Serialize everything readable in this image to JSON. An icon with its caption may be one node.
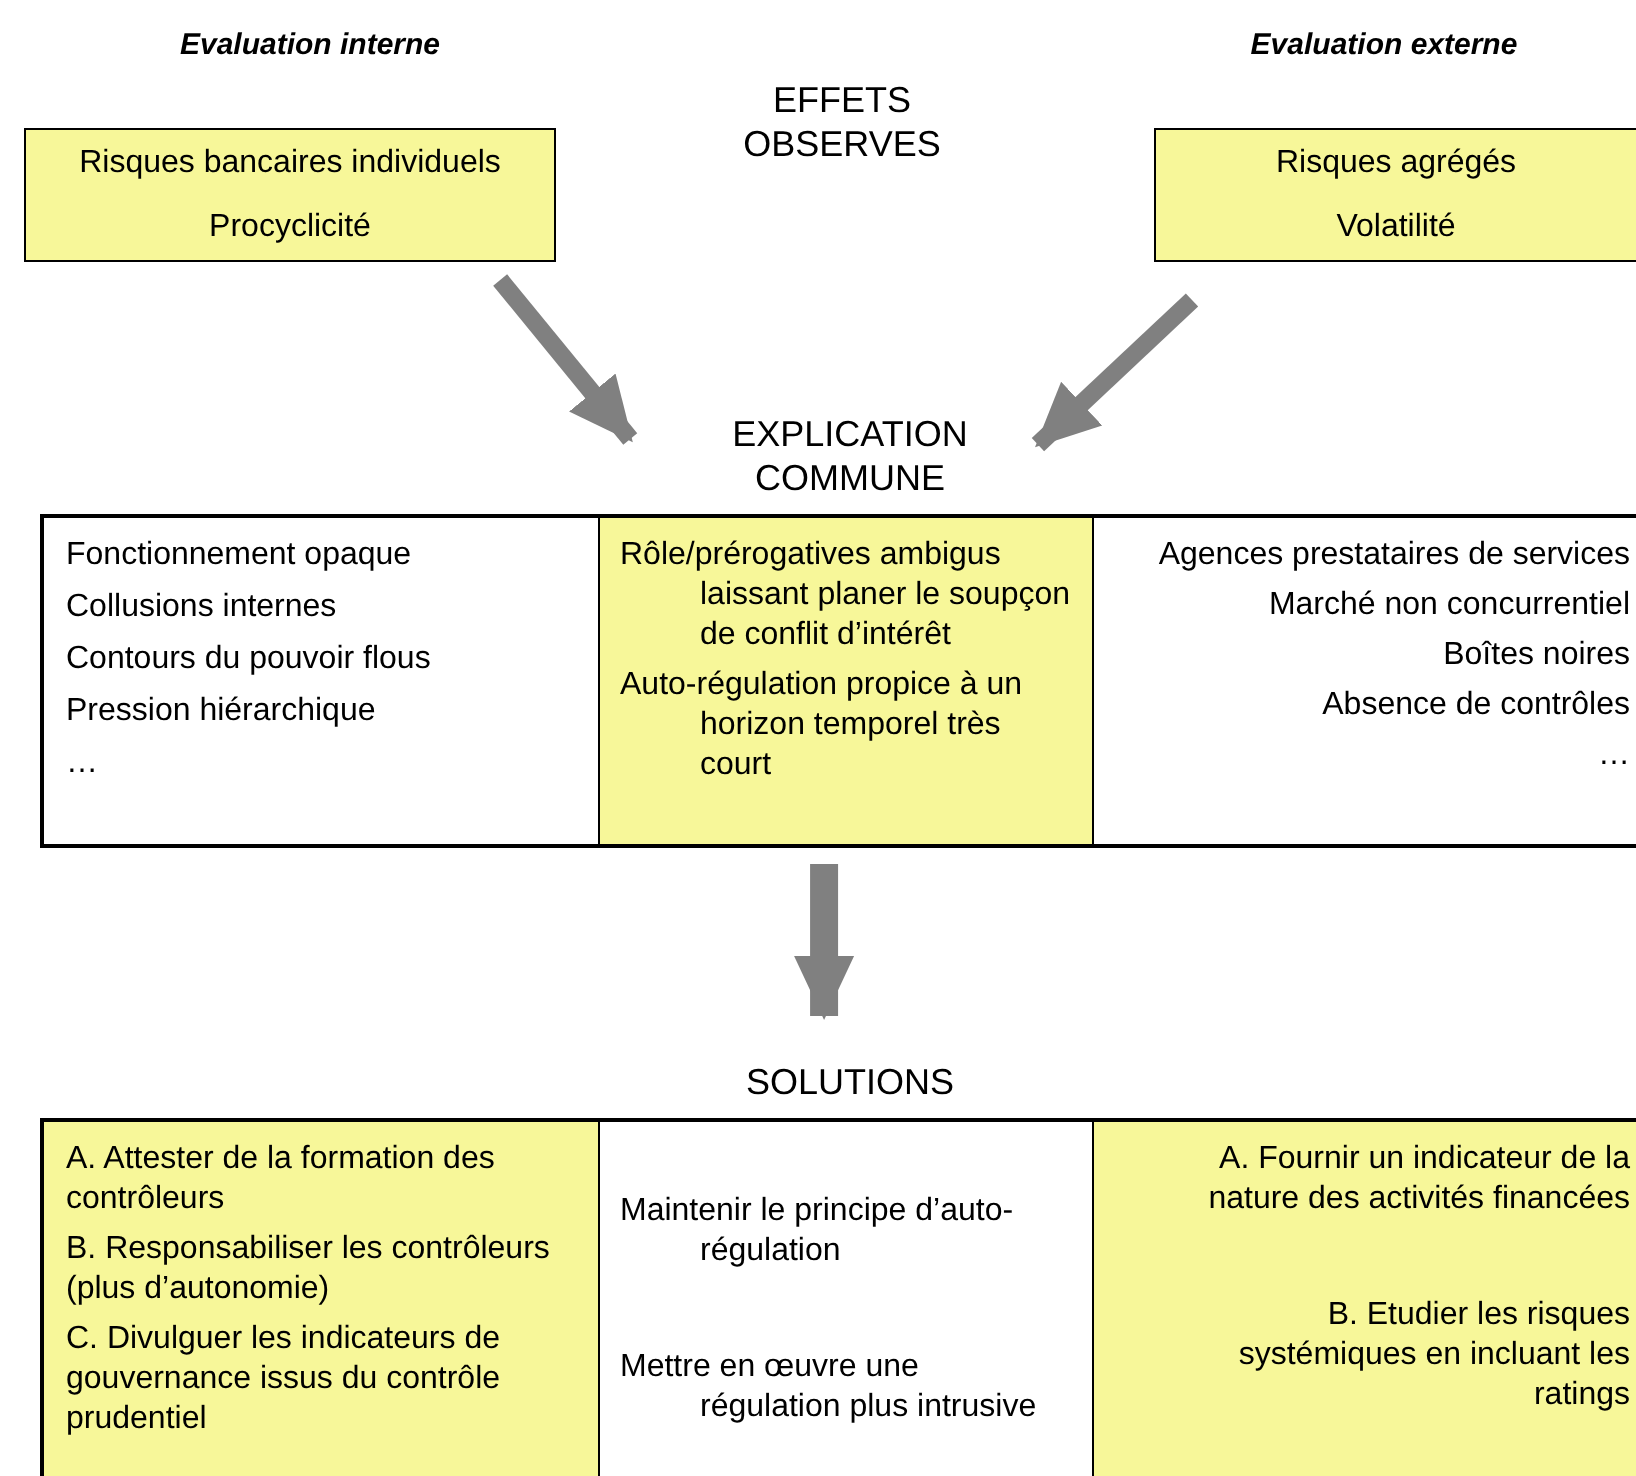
{
  "diagram": {
    "nodes": [
      {
        "text": [
          "Risques bancaires individuels",
          "Procyclicité"
        ]
      },
      {
        "text": [
          "Risques agrégés",
          "Volatilité"
        ]
      },
      {
        "text": [
          "EXPLICATION COMMUNE"
        ]
      },
      {
        "text": [
          "Fonctionnement opaque",
          "Collusions internes",
          "Contours du pouvoir flous",
          "Pression hiérarchique",
          "…"
        ],
        "in": 2
      },
      {
        "text": [
          "Rôle/prérogatives ambigus laissant planer le soupçon de conflit d’intérêt",
          "Auto-régulation propice à un horizon temporel très court"
        ],
        "in": 2
      },
      {
        "text": [
          "Agences prestataires de services",
          "Marché non concurrentiel",
          "Boîtes noires",
          "Absence de contrôles",
          "…"
        ],
        "in": 2
      },
      {
        "text": [
          "SOLUTIONS"
        ]
      },
      {
        "text": [
          "A. Attester de la formation des contrôleurs",
          "B. Responsabiliser les contrôleurs (plus d’autonomie)",
          "C. Divulguer les indicateurs de gouvernance issus du contrôle prudentiel"
        ],
        "in": 6
      },
      {
        "text": [
          "Maintenir le principe d’auto-régulation",
          "Mettre en œuvre une régulation plus intrusive"
        ],
        "in": 6
      },
      {
        "text": [
          "A. Fournir un indicateur de la nature des activités financées",
          "B. Etudier les risques systémiques en incluant les ratings"
        ],
        "in": 6
      }
    ],
    "edges": [
      {
        "from": 0,
        "to": 2,
        "arrow": "to"
      },
      {
        "from": 1,
        "to": 2,
        "arrow": "to"
      },
      {
        "from": 2,
        "to": 6,
        "arrow": "to"
      }
    ],
    "labels": [
      "Evaluation interne",
      "Evaluation externe",
      "EFFETS OBSERVES"
    ]
  }
}
